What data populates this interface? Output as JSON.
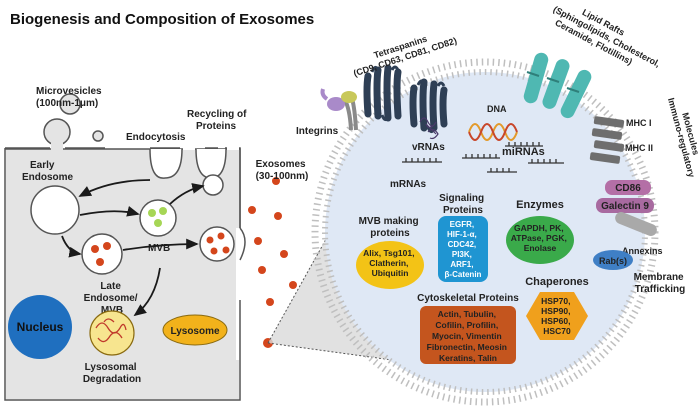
{
  "title": "Biogenesis and Composition of Exosomes",
  "cell": {
    "microvesicles": [
      "Microvesicles",
      "(100nm-1μm)"
    ],
    "endocytosis": "Endocytosis",
    "recycling": [
      "Recycling of",
      "Proteins"
    ],
    "early_endosome": [
      "Early",
      "Endosome"
    ],
    "mvb": "MVB",
    "late_endosome": [
      "Late",
      "Endosome/",
      "MVB"
    ],
    "lysosome": "Lysosome",
    "nucleus": "Nucleus",
    "lysosomal_degradation": [
      "Lysosomal",
      "Degradation"
    ]
  },
  "exosomes_label": [
    "Exosomes",
    "(30-100nm)"
  ],
  "membrane": {
    "tetraspanins": [
      "Tetraspanins",
      "(CD9, CD63, CD81, CD82)"
    ],
    "lipid_rafts": [
      "Lipid Rafts",
      "(Sphingolipids, Cholesterol,",
      "Ceramide, Flotillins)"
    ],
    "immuno_regulatory": [
      "Immuno-regulatory",
      "Molecules"
    ],
    "integrins": "Integrins",
    "mhc1": "MHC I",
    "mhc2": "MHC II",
    "cd86": "CD86",
    "galectin": "Galectin 9",
    "annexins": "Annexins",
    "rabs": "Rab(s)",
    "membrane_trafficking": [
      "Membrane",
      "Trafficking"
    ]
  },
  "contents": {
    "dna": "DNA",
    "vrnas": "vRNAs",
    "mirnas": "miRNAs",
    "mrnas": "mRNAs",
    "mvb_title": [
      "MVB making",
      "proteins"
    ],
    "mvb_items": [
      "Alix, Tsg101,",
      "Clatherin,",
      "Ubiquitin"
    ],
    "signaling_title": [
      "Signaling",
      "Proteins"
    ],
    "signaling_items": [
      "EGFR,",
      "HIF-1-α,",
      "CDC42,",
      "PI3K,",
      "ARF1,",
      "β-Catenin"
    ],
    "enzymes_title": "Enzymes",
    "enzymes_items": [
      "GAPDH, PK,",
      "ATPase, PGK,",
      "Enolase"
    ],
    "chaperones_title": "Chaperones",
    "chaperones_items": [
      "HSP70,",
      "HSP90,",
      "HSP60,",
      "HSC70"
    ],
    "cyto_title": "Cytoskeletal Proteins",
    "cyto_items": [
      "Actin, Tubulin,",
      "Cofilin, Profilin,",
      "Myocin, Vimentin",
      "Fibronectin, Meosin",
      "Keratins, Talin"
    ]
  },
  "colors": {
    "cell_fill": "#e4e4e4",
    "exosome_fill": "#dfe8f5",
    "nucleus": "#1f6fbf",
    "lysosome": "#f2b21b",
    "mvb_box": "#f3c316",
    "signaling_box": "#1f95d2",
    "enzymes_box": "#3aaa4a",
    "chaperones_box": "#f0a01c",
    "cyto_box": "#c4551e",
    "vesicle_dot": "#d4461c",
    "tetraspanin": "#2e3f55",
    "lipid_raft": "#4fb8b2",
    "cd86": "#b46fa6",
    "galectin": "#a86aa0"
  }
}
